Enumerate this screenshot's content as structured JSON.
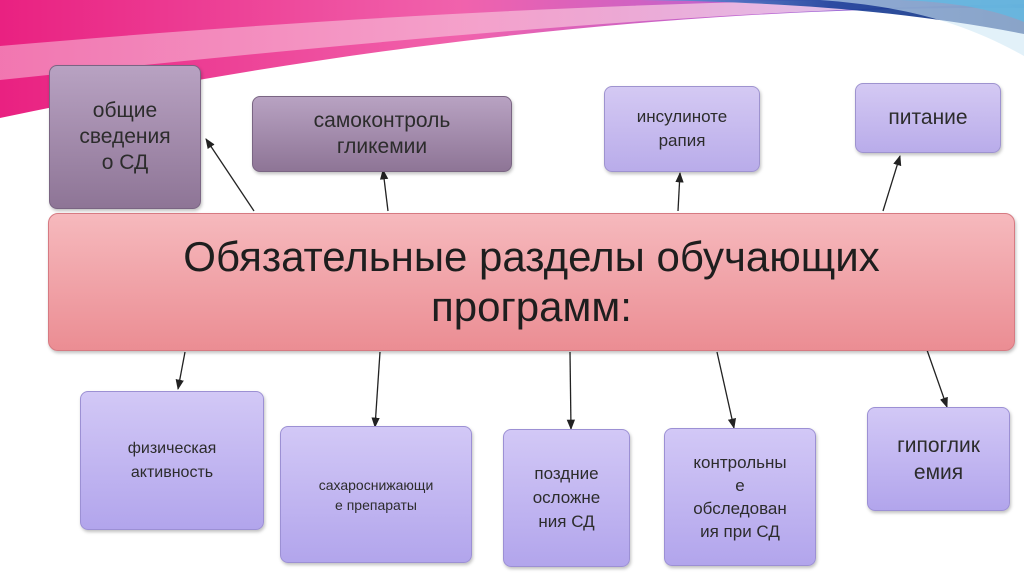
{
  "center": {
    "text": "Обязательные разделы обучающих\nпрограмм:"
  },
  "top": [
    {
      "text": "общие\nсведения\nо СД"
    },
    {
      "text": "самоконтроль\nгликемии"
    },
    {
      "text": "инсулиноте\nрапия"
    },
    {
      "text": "питание"
    }
  ],
  "bottom": [
    {
      "text": "физическая\nактивность"
    },
    {
      "text": "сахароснижающи\nе препараты"
    },
    {
      "text": "поздние\nосложне\nния СД"
    },
    {
      "text": "контрольны\nе\nобследован\nия при СД"
    },
    {
      "text": "гипоглик\nемия"
    }
  ],
  "colors": {
    "top_boxes": "#9f88a8",
    "topic_boxes": "#c4b8f0",
    "center_box": "#f0a1a6",
    "arrow": "#222222"
  }
}
